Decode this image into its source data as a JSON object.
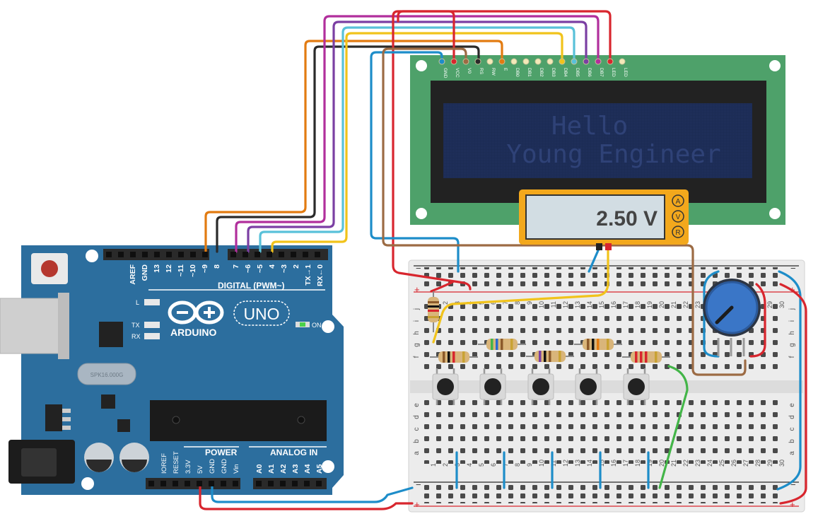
{
  "lcd": {
    "pins": [
      "GND",
      "VCC",
      "V0",
      "RS",
      "RW",
      "E",
      "DB0",
      "DB1",
      "DB2",
      "DB3",
      "DB4",
      "DB5",
      "DB6",
      "DB7",
      "LED",
      "LED"
    ],
    "line1": "Hello",
    "line2": "Young Engineer"
  },
  "multimeter": {
    "reading": "2.50 V",
    "modes": [
      "A",
      "V",
      "R"
    ]
  },
  "arduino": {
    "logo_text": "ARDUINO",
    "model": "UNO",
    "digital_header": "DIGITAL (PWM~)",
    "digital_pins": [
      "AREF",
      "GND",
      "13",
      "12",
      "~11",
      "~10",
      "~9",
      "8",
      "7",
      "~6",
      "~5",
      "4",
      "~3",
      "2",
      "TX→1",
      "RX←0"
    ],
    "power_header": "POWER",
    "power_pins": [
      "IOREF",
      "RESET",
      "3.3V",
      "5V",
      "GND",
      "GND",
      "Vin"
    ],
    "analog_header": "ANALOG IN",
    "analog_pins": [
      "A0",
      "A1",
      "A2",
      "A3",
      "A4",
      "A5"
    ],
    "led_labels": [
      "L",
      "TX",
      "RX"
    ],
    "on_label": "ON",
    "crystal_label": "SPK16.000G"
  },
  "breadboard": {
    "row_letters_top": [
      "j",
      "i",
      "h",
      "g",
      "f"
    ],
    "row_letters_bottom": [
      "e",
      "d",
      "c",
      "b",
      "a"
    ],
    "columns": [
      "1",
      "2",
      "3",
      "4",
      "5",
      "6",
      "7",
      "8",
      "9",
      "10",
      "11",
      "12",
      "13",
      "14",
      "15",
      "16",
      "17",
      "18",
      "19",
      "20",
      "21",
      "22",
      "23",
      "24",
      "25",
      "26",
      "27",
      "28",
      "29",
      "30"
    ],
    "rail_minus": "−",
    "rail_plus": "+"
  },
  "colors": {
    "arduino_board": "#2c6e9e",
    "lcd_board": "#4ea16a",
    "lcd_screen": "#1c2c55",
    "lcd_text": "#2d4276",
    "multimeter": "#f3a81c",
    "wire_red": "#d8262e",
    "wire_blue": "#1d8dc9",
    "wire_orange": "#e27b11",
    "wire_black": "#2a2a2a",
    "wire_magenta": "#b12f9c",
    "wire_purple": "#7b3fa3",
    "wire_cyan": "#59c1d9",
    "wire_yellow": "#f1c31b",
    "wire_brown": "#9c6b44",
    "wire_green": "#43b548",
    "pot_knob": "#3a76c7"
  }
}
